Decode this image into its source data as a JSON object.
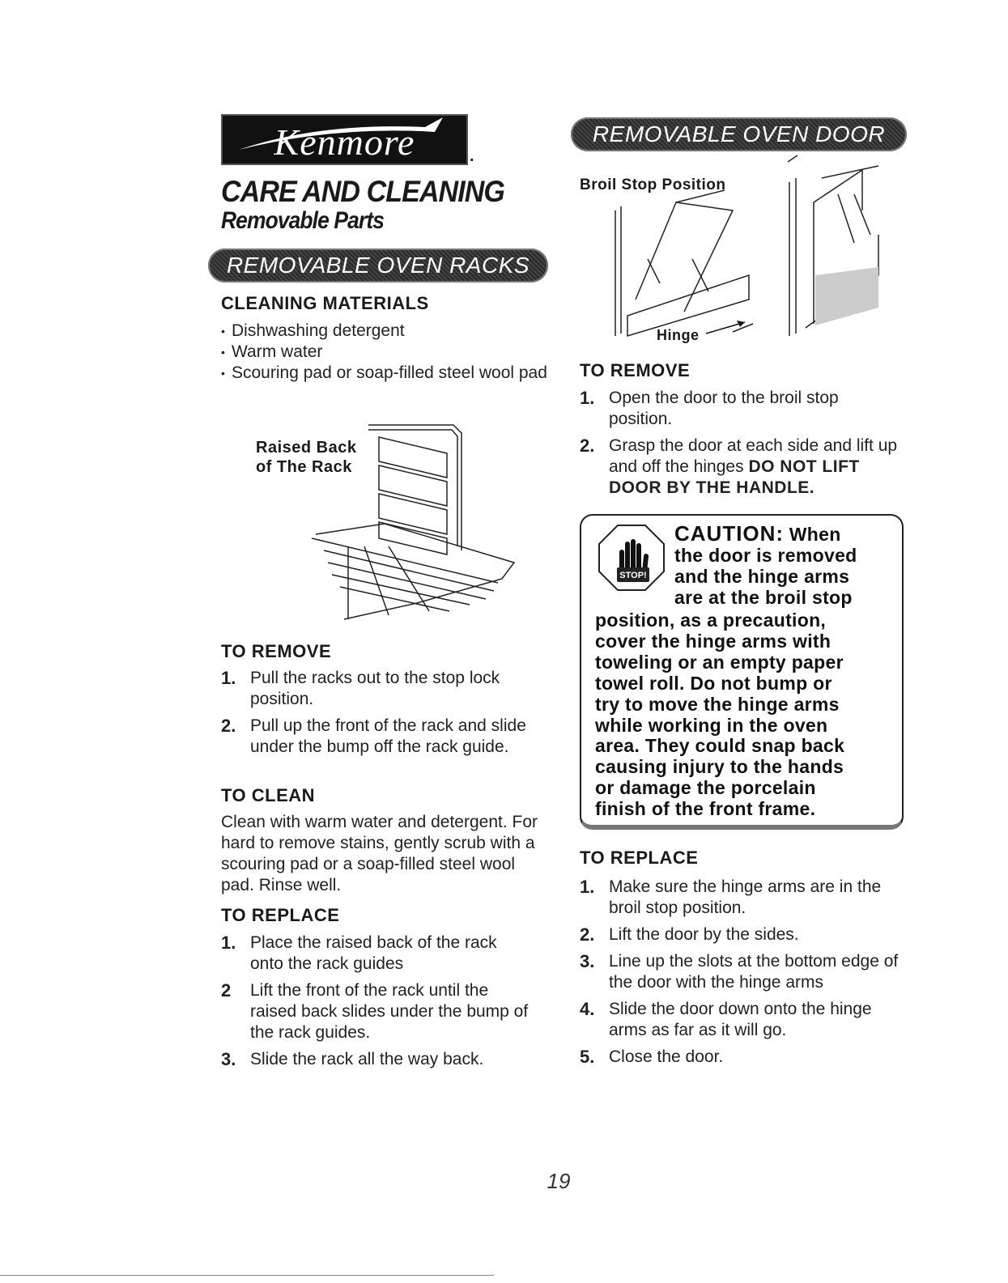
{
  "logo": {
    "text": "Kenmore",
    "reg": "."
  },
  "header": {
    "title": "CARE AND CLEANING",
    "subtitle": "Removable Parts"
  },
  "racks": {
    "banner": "REMOVABLE OVEN RACKS",
    "materials_heading": "CLEANING MATERIALS",
    "materials": [
      "Dishwashing detergent",
      "Warm water",
      "Scouring pad or soap-filled steel wool pad"
    ],
    "figure_label_line1": "Raised Back",
    "figure_label_line2": "of The Rack",
    "remove_heading": "TO REMOVE",
    "remove_steps": [
      {
        "num": "1.",
        "text": "Pull the racks out to the stop lock position."
      },
      {
        "num": "2.",
        "text": "Pull up the front of the rack and slide under the bump off the rack guide."
      }
    ],
    "clean_heading": "TO CLEAN",
    "clean_text": "Clean with warm water and detergent. For hard to remove stains, gently scrub with a scouring pad or a soap-filled steel wool pad. Rinse well.",
    "replace_heading": "TO REPLACE",
    "replace_steps": [
      {
        "num": "1.",
        "text": "Place the raised back of the rack onto the rack guides"
      },
      {
        "num": "2",
        "text": "Lift the front of the rack until the raised back slides under the bump of the rack guides."
      },
      {
        "num": "3.",
        "text": "Slide the rack all the way back."
      }
    ]
  },
  "door": {
    "banner": "REMOVABLE OVEN DOOR",
    "figure_label_broil": "Broil Stop Position",
    "figure_label_hinge": "Hinge",
    "remove_heading": "TO REMOVE",
    "remove_step1_num": "1.",
    "remove_step1_text": "Open the door to the broil stop position.",
    "remove_step2_num": "2.",
    "remove_step2_text": "Grasp the door at each side and lift up and off the hinges",
    "remove_step2_strong": "DO NOT LIFT DOOR BY THE HANDLE.",
    "caution_icon_label": "STOP!",
    "caution_lead": "CAUTION:",
    "caution_lines": [
      "When",
      "the door is removed",
      "and the hinge arms",
      "are at the broil stop",
      "position, as a precaution,",
      "cover the hinge arms with",
      "toweling or an empty paper",
      "towel roll. Do not bump or",
      "try to move the hinge arms",
      "while working in the oven",
      "area. They could snap back",
      "causing injury to the hands",
      "or damage the porcelain",
      "finish of the front frame."
    ],
    "replace_heading": "TO REPLACE",
    "replace_steps": [
      {
        "num": "1.",
        "text": "Make sure the hinge arms are in the broil stop position."
      },
      {
        "num": "2.",
        "text": "Lift the door by the sides."
      },
      {
        "num": "3.",
        "text": "Line up the slots at the bottom edge of the door with the hinge arms"
      },
      {
        "num": "4.",
        "text": "Slide the door down onto the hinge arms as far as it will go."
      },
      {
        "num": "5.",
        "text": "Close the door."
      }
    ]
  },
  "page_number": "19"
}
